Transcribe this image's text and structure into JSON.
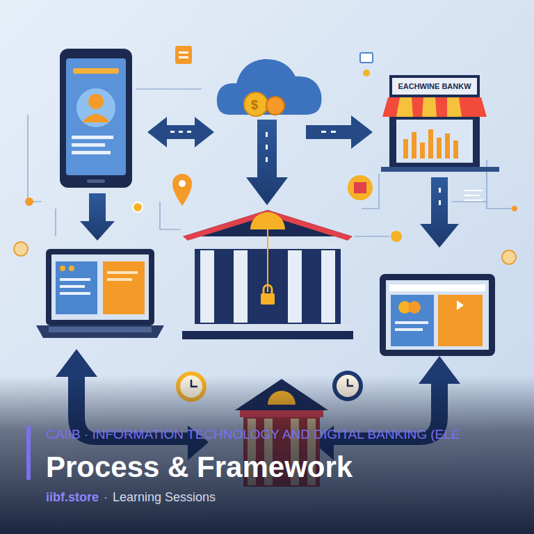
{
  "diagram": {
    "title": "Process & Framework",
    "nodes": [
      {
        "text": [
          "EACHWINE BANKW"
        ]
      }
    ],
    "labels": [
      "CAIIB · INFORMATION TECHNOLOGY AND DIGITAL BANKING (ELE",
      "iibf.store",
      "·",
      "Learning Sessions"
    ]
  }
}
